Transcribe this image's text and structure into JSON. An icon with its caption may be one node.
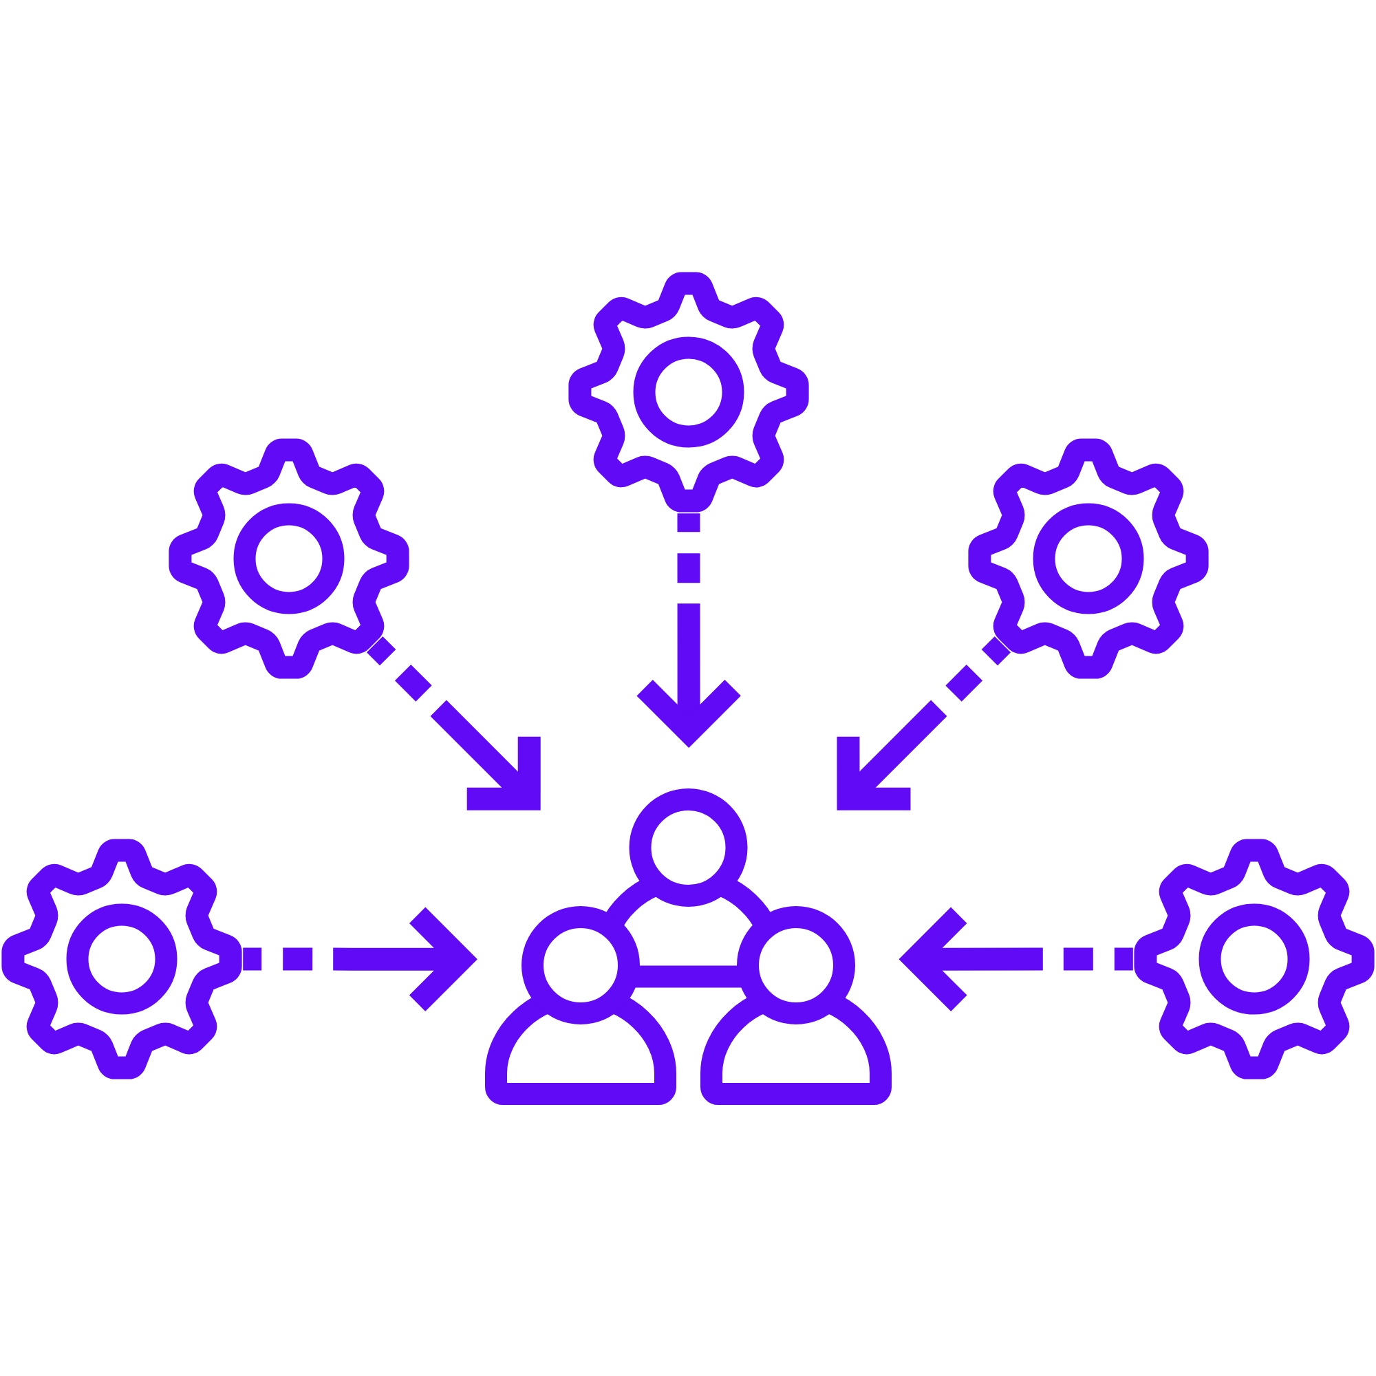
{
  "diagram": {
    "nodes": [
      {
        "text": [],
        "shape": "gear"
      },
      {
        "text": [],
        "shape": "gear"
      },
      {
        "text": [],
        "shape": "gear"
      },
      {
        "text": [],
        "shape": "person"
      },
      {
        "text": [],
        "shape": "gear"
      },
      {
        "text": [],
        "shape": "gear"
      }
    ],
    "edges": [
      {
        "from": 0,
        "to": 3,
        "arrow": "to",
        "style": "dashed"
      },
      {
        "from": 1,
        "to": 3,
        "arrow": "to",
        "style": "dashed"
      },
      {
        "from": 2,
        "to": 3,
        "arrow": "to",
        "style": "dashed"
      },
      {
        "from": 4,
        "to": 3,
        "arrow": "to",
        "style": "dashed"
      },
      {
        "from": 5,
        "to": 3,
        "arrow": "to",
        "style": "dashed"
      }
    ]
  }
}
